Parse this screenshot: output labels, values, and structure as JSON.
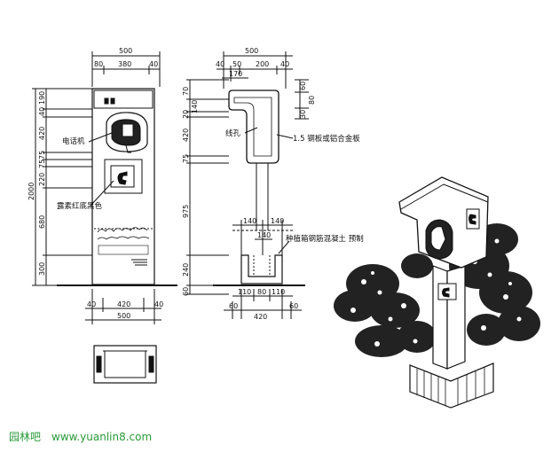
{
  "front_view": {
    "top_width": "500",
    "top_segments": [
      "80",
      "380",
      "40"
    ],
    "left_vertical": [
      "190",
      "40",
      "420",
      "75",
      "75",
      "220",
      "680",
      "300"
    ],
    "total_height": "2000",
    "label_phone": "电话机",
    "label_color": "露素红底黑色",
    "bottom_segments": [
      "40",
      "420",
      "40"
    ],
    "bottom_width": "500"
  },
  "side_view": {
    "top_width": "500",
    "top_segments": [
      "40",
      "50",
      "200",
      "40"
    ],
    "sub_dim": "170",
    "right_top": [
      "60",
      "80",
      "30"
    ],
    "left_vertical": [
      "70",
      "140",
      "20",
      "420",
      "75",
      "975",
      "240",
      "60"
    ],
    "label_hole": "线孔",
    "label_plate": "1.5 钢板或铝合金板",
    "post_dims": [
      "140",
      "140"
    ],
    "inner_dim": "140",
    "label_concrete": "种植箱钢筋混凝土 预制",
    "base_segments": [
      "110",
      "80",
      "110"
    ],
    "foot_segments": [
      "60",
      "420",
      "60"
    ]
  },
  "watermark": {
    "site_name": "园林吧",
    "url": "www.yuanlin8.com"
  }
}
